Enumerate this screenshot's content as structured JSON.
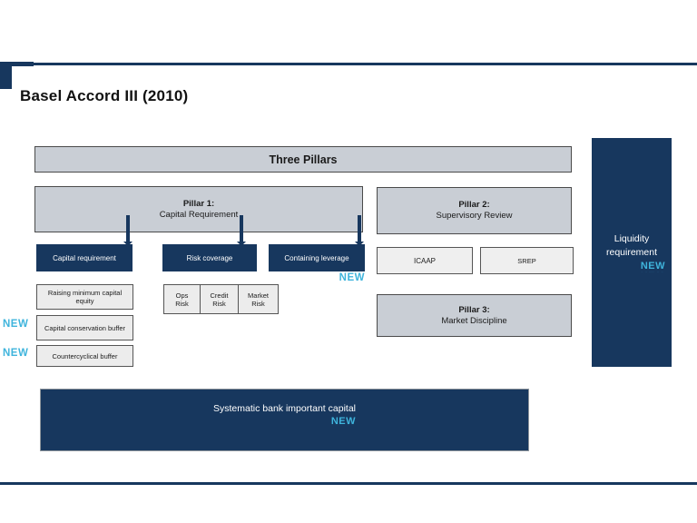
{
  "colors": {
    "navy": "#17375E",
    "header_gray": "#C9CED5",
    "light_gray": "#ECECEC",
    "new_blue": "#3FB4DC"
  },
  "slide": {
    "title": "Basel Accord III (2010)"
  },
  "diagram": {
    "header": "Three Pillars",
    "new_label": "NEW",
    "pillars": {
      "p1_title": "Pillar 1:",
      "p1_subtitle": "Capital Requirement",
      "p2_title": "Pillar 2:",
      "p2_subtitle": "Supervisory Review",
      "p3_title": "Pillar 3:",
      "p3_subtitle": "Market Discipline"
    },
    "pillar1_boxes": {
      "capital_requirement": "Capital requirement",
      "risk_coverage": "Risk coverage",
      "containing_leverage": "Containing leverage"
    },
    "capital_items": {
      "raising_minimum": "Raising minimum capital equity",
      "capital_conservation": "Capital conservation buffer",
      "countercyclical": "Countercyclical buffer"
    },
    "risk_cells": [
      "Ops Risk",
      "Credit Risk",
      "Market Risk"
    ],
    "pillar2_boxes": {
      "icaap": "ICAAP",
      "srep": "SREP"
    },
    "liquidity": "Liquidity requirement",
    "systemic": "Systematic bank important capital"
  }
}
